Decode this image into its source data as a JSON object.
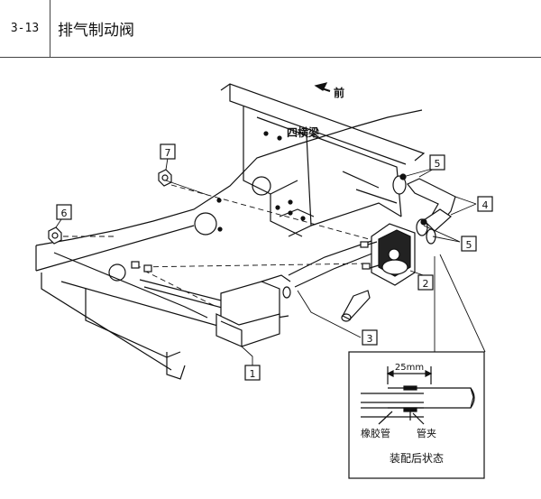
{
  "header": {
    "section_number": "3-13",
    "title": "排气制动阀"
  },
  "diagram": {
    "direction_label": "前",
    "crossmember_label": "四横梁",
    "detail_dimension": "25mm",
    "detail_label_rubber_hose": "橡胶管",
    "detail_label_clamp": "管夹",
    "detail_caption": "装配后状态",
    "callouts": {
      "c1": "1",
      "c2": "2",
      "c3": "3",
      "c4": "4",
      "c5a": "5",
      "c5b": "5",
      "c6": "6",
      "c7": "7"
    }
  }
}
